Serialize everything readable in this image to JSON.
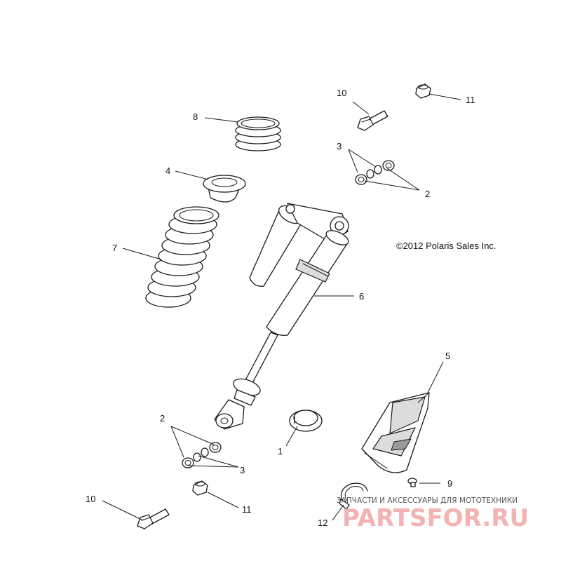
{
  "copyright": "©2012 Polaris Sales Inc.",
  "watermark": {
    "subtitle": "ЗАПЧАСТИ И АКСЕССУАРЫ ДЛЯ МОТОТЕХНИКИ",
    "logo": "PARTSFOR.RU"
  },
  "callouts": [
    "1",
    "2",
    "3",
    "4",
    "5",
    "6",
    "7",
    "8",
    "9",
    "10",
    "11",
    "12"
  ],
  "colors": {
    "line": "#1a1a1a",
    "watermark": "#f1a6a6"
  }
}
